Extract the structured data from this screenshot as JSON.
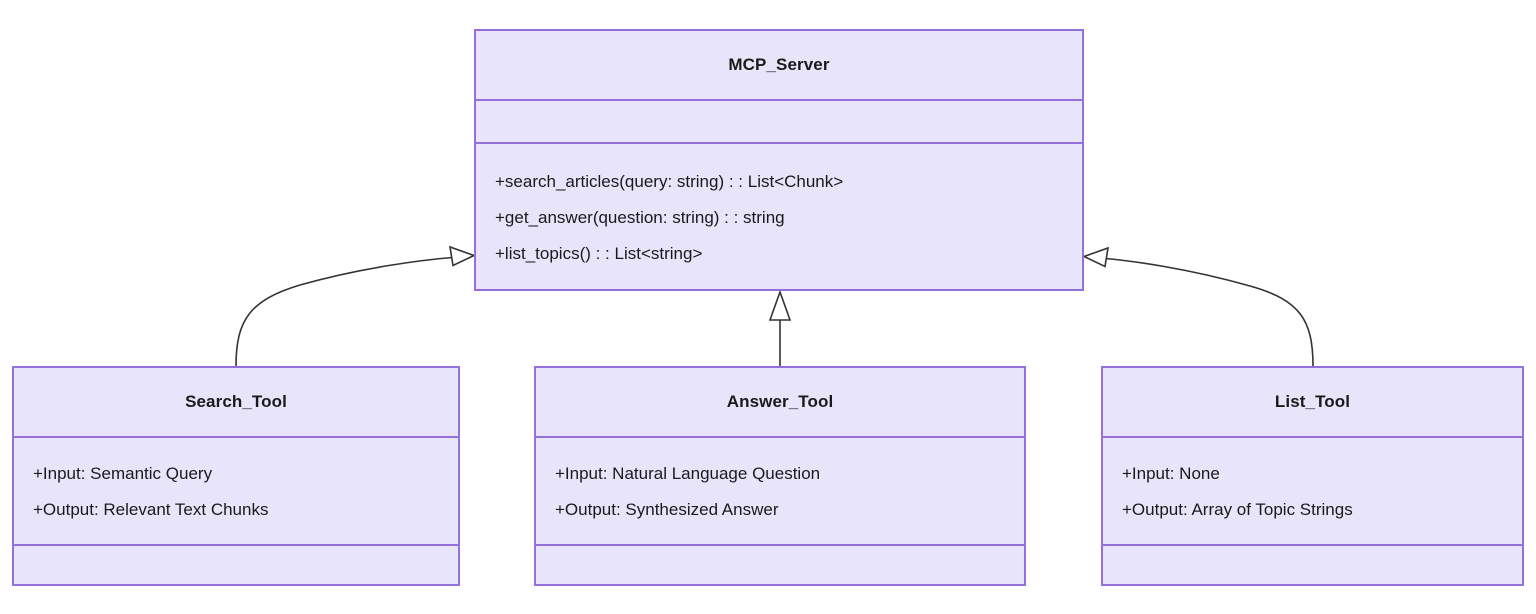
{
  "diagram": {
    "kind": "uml-class-diagram",
    "background_color": "#ffffff",
    "node_fill_color": "#E8E5FA",
    "node_border_color": "#9370DB",
    "edge_color": "#333333",
    "text_color": "#1a1a1a"
  },
  "classes": {
    "mcp_server": {
      "name": "MCP_Server",
      "attributes": [],
      "methods": [
        "+search_articles(query: string) : : List<Chunk>",
        "+get_answer(question: string) : : string",
        "+list_topics() : : List<string>"
      ]
    },
    "search_tool": {
      "name": "Search_Tool",
      "members": [
        "+Input: Semantic Query",
        "+Output: Relevant Text Chunks"
      ],
      "extra": []
    },
    "answer_tool": {
      "name": "Answer_Tool",
      "members": [
        "+Input: Natural Language Question",
        "+Output: Synthesized Answer"
      ],
      "extra": []
    },
    "list_tool": {
      "name": "List_Tool",
      "members": [
        "+Input: None",
        "+Output: Array of Topic Strings"
      ],
      "extra": []
    }
  },
  "relationships": [
    {
      "id": "search-to-server",
      "from": "Search_Tool",
      "to": "MCP_Server",
      "type": "generalization",
      "arrow": "hollow-triangle"
    },
    {
      "id": "answer-to-server",
      "from": "Answer_Tool",
      "to": "MCP_Server",
      "type": "generalization",
      "arrow": "hollow-triangle"
    },
    {
      "id": "list-to-server",
      "from": "List_Tool",
      "to": "MCP_Server",
      "type": "generalization",
      "arrow": "hollow-triangle"
    }
  ]
}
